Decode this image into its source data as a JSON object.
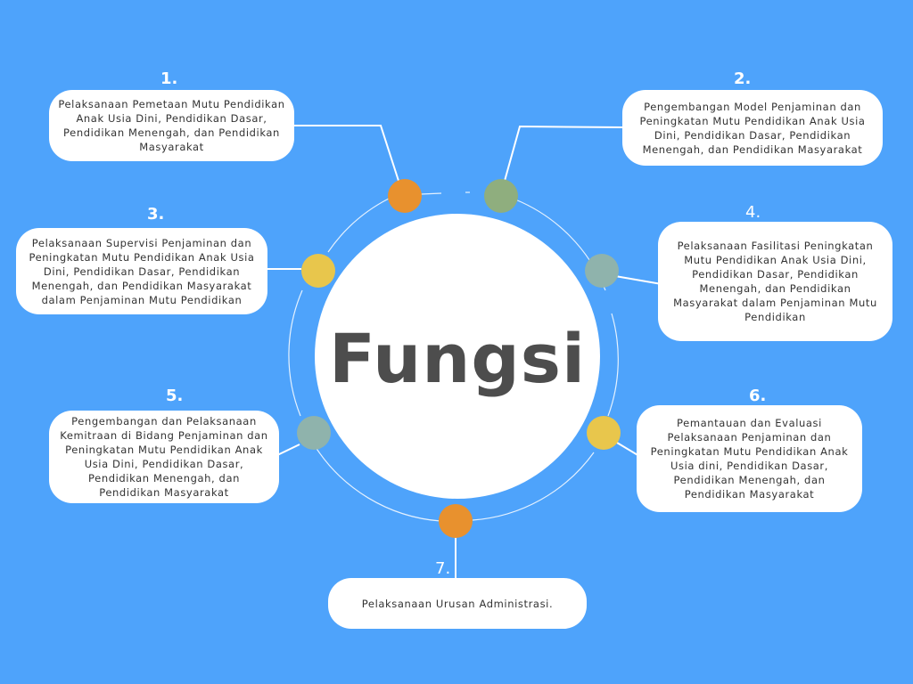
{
  "center": {
    "title": "Fungsi"
  },
  "colors": {
    "background": "#4ea3fb",
    "orange": "#e8912e",
    "sage": "#8fae7e",
    "teal": "#8fb3ac",
    "yellow": "#e8c64c"
  },
  "items": [
    {
      "number": "1.",
      "text": "Pelaksanaan Pemetaan Mutu Pendidikan Anak Usia Dini, Pendidikan Dasar, Pendidikan Menengah, dan Pendidikan Masyarakat",
      "dot_color": "#e8912e"
    },
    {
      "number": "2.",
      "text": "Pengembangan Model Penjaminan dan Peningkatan Mutu Pendidikan Anak Usia Dini, Pendidikan Dasar, Pendidikan Menengah, dan Pendidikan Masyarakat",
      "dot_color": "#8fae7e"
    },
    {
      "number": "3.",
      "text": "Pelaksanaan Supervisi Penjaminan dan Peningkatan Mutu Pendidikan Anak Usia Dini, Pendidikan Dasar, Pendidikan Menengah, dan Pendidikan Masyarakat dalam Penjaminan Mutu Pendidikan",
      "dot_color": "#e8c64c"
    },
    {
      "number": "4.",
      "text": "Pelaksanaan Fasilitasi Peningkatan Mutu Pendidikan Anak Usia Dini, Pendidikan Dasar, Pendidikan Menengah, dan Pendidikan Masyarakat dalam Penjaminan Mutu Pendidikan",
      "dot_color": "#8fb3ac"
    },
    {
      "number": "5.",
      "text": "Pengembangan dan Pelaksanaan Kemitraan di Bidang Penjaminan dan Peningkatan Mutu Pendidikan Anak Usia Dini, Pendidikan Dasar, Pendidikan Menengah, dan Pendidikan Masyarakat",
      "dot_color": "#8fb3ac"
    },
    {
      "number": "6.",
      "text": "Pemantauan dan Evaluasi Pelaksanaan Penjaminan dan Peningkatan Mutu Pendidikan Anak Usia dini, Pendidikan Dasar, Pendidikan Menengah, dan Pendidikan Masyarakat",
      "dot_color": "#e8c64c"
    },
    {
      "number": "7.",
      "text": "Pelaksanaan Urusan Administrasi.",
      "dot_color": "#e8912e"
    }
  ]
}
